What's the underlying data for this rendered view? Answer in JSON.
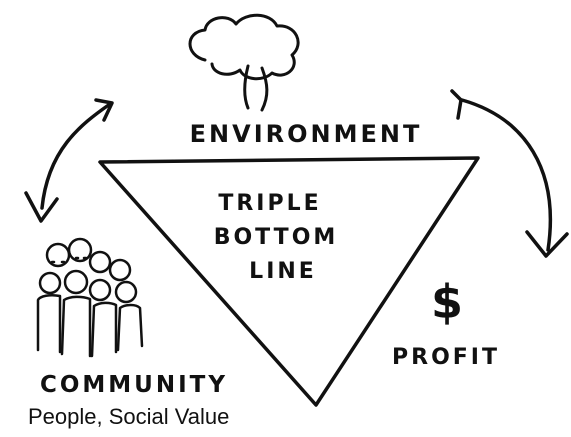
{
  "diagram": {
    "top_label": "ENVIRONMENT",
    "center_lines": [
      "TRIPLE",
      "BOTTOM",
      "LINE"
    ],
    "left_label": "COMMUNITY",
    "right_label": "PROFIT",
    "right_symbol": "$",
    "caption": "People, Social Value"
  },
  "colors": {
    "ink": "#111111",
    "background": "#ffffff"
  },
  "icons": [
    "tree-icon",
    "people-group-icon",
    "dollar-sign-icon",
    "curved-arrow-left-icon",
    "curved-arrow-right-icon"
  ]
}
